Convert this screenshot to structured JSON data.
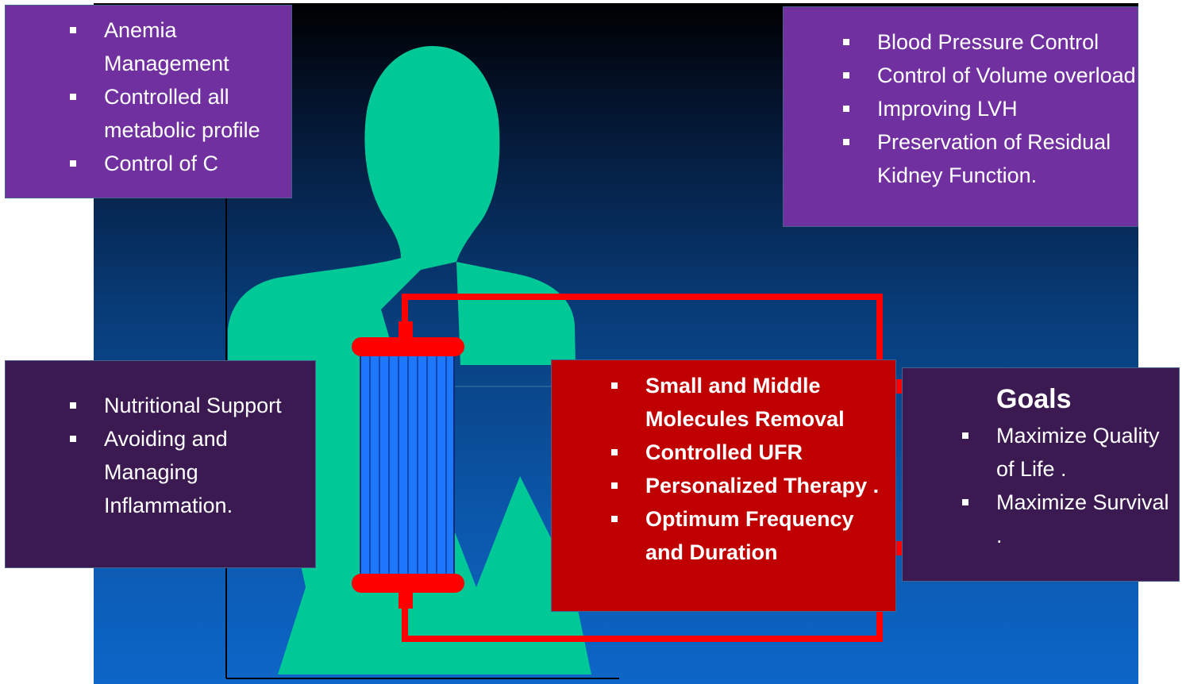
{
  "top_left": {
    "items": [
      "Anemia Management",
      "Controlled all metabolic profile",
      "Control of C"
    ]
  },
  "top_right": {
    "items": [
      "Blood Pressure Control",
      "Control of Volume overload",
      "Improving LVH",
      "Preservation of Residual Kidney Function."
    ]
  },
  "mid_left": {
    "items": [
      "Nutritional Support",
      "Avoiding and Managing Inflammation."
    ]
  },
  "center_red": {
    "items": [
      "Small and Middle Molecules Removal",
      "Controlled UFR",
      "Personalized Therapy .",
      "Optimum Frequency and Duration"
    ]
  },
  "goals": {
    "title": "Goals",
    "items": [
      "Maximize Quality of Life .",
      "Maximize Survival ."
    ]
  },
  "colors": {
    "body_silhouette": "#00c896",
    "circuit": "#ff0000",
    "dialyzer_fibers": "#1e78ff",
    "purple_box": "#7030a0",
    "dark_box": "#3b1a52",
    "red_box": "#c00000"
  }
}
